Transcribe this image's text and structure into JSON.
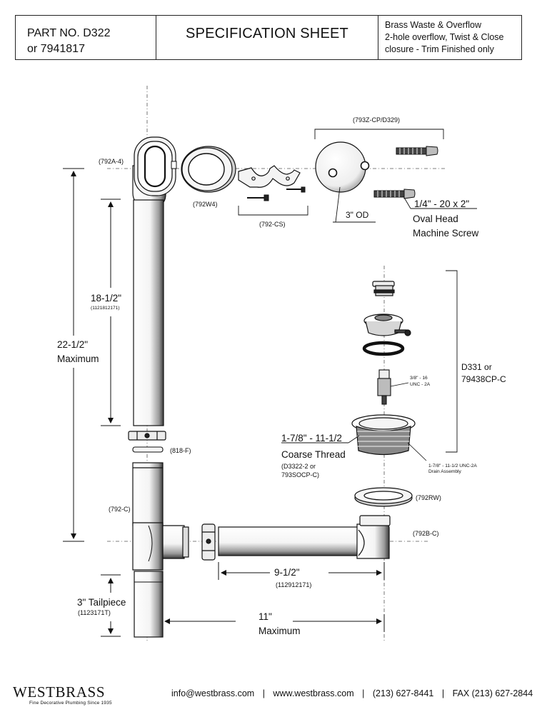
{
  "header": {
    "part_line1": "PART NO.  D322",
    "part_line2": "or 7941817",
    "title": "SPECIFICATION SHEET",
    "desc_line1": "Brass Waste & Overflow",
    "desc_line2": "2-hole overflow, Twist & Close",
    "desc_line3": "closure - Trim Finished only"
  },
  "labels": {
    "p792a4": "(792A-4)",
    "p792w4": "(792W4)",
    "p792cs": "(792-CS)",
    "p793z": "(793Z-CP/D329)",
    "od": "3\" OD",
    "screw1": "1/4\" - 20 x 2\"",
    "screw2": "Oval Head",
    "screw3": "Machine Screw",
    "d331_1": "D331 or",
    "d331_2": "79438CP-C",
    "stem1": "3/8\" - 16",
    "stem2": "UNC - 2A",
    "thread1": "1-7/8\" - 11-1/2",
    "thread2": "Coarse Thread",
    "thread3": "(D3322-2 or",
    "thread4": "793SOCP-C)",
    "drain1": "1-7/8\" - 11-1/2 UNC-2A",
    "drain2": "Drain Assembly",
    "p818f": "(818-F)",
    "p792rw": "(792RW)",
    "p792c": "(792-C)",
    "p792bc": "(792B-C)",
    "dim18": "18-1/2\"",
    "dim18p": "(1121812171)",
    "dim22a": "22-1/2\"",
    "dim22b": "Maximum",
    "dim9": "9-1/2\"",
    "dim9p": "(112912171)",
    "tail1": "3\" Tailpiece",
    "tail2": "(1123171T)",
    "dim11a": "11\"",
    "dim11b": "Maximum"
  },
  "footer": {
    "brand": "WESTBRASS",
    "tagline": "Fine Decorative Plumbing Since 1935",
    "email": "info@westbrass.com",
    "web": "www.westbrass.com",
    "phone": "(213) 627-8441",
    "fax": "FAX (213) 627-2844",
    "sep": "|"
  }
}
